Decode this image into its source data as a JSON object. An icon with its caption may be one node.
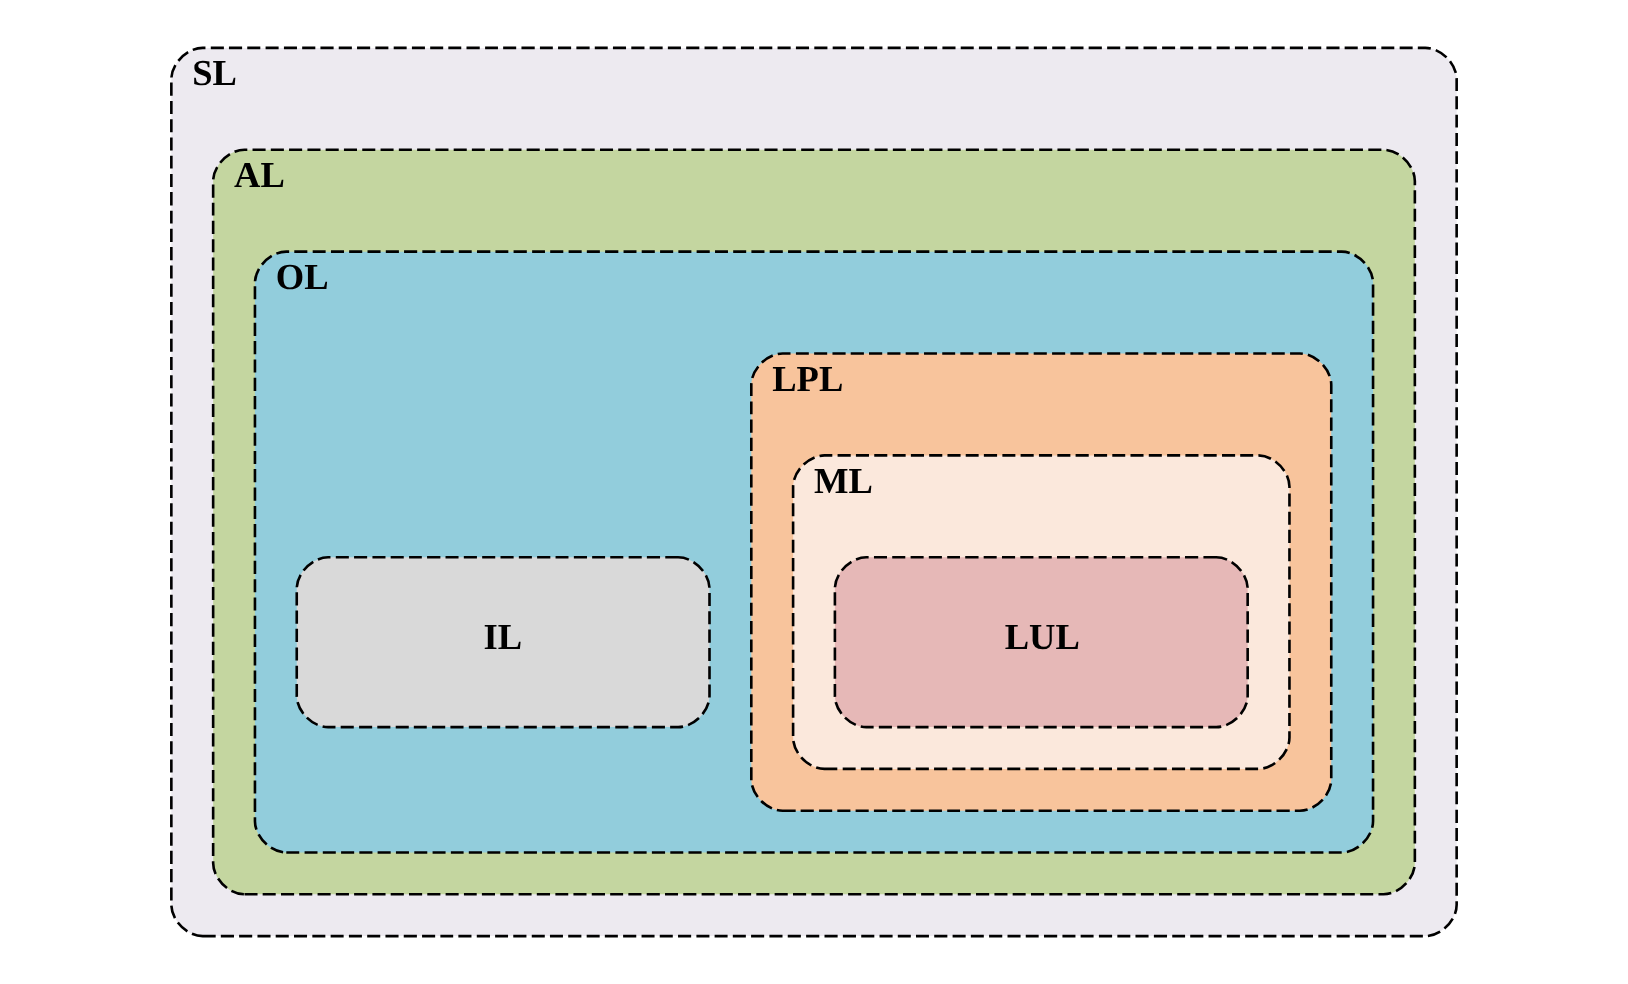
{
  "diagram": {
    "nodes": [
      {
        "text": [
          "SL"
        ]
      },
      {
        "text": [
          "AL"
        ],
        "in": 0
      },
      {
        "text": [
          "OL"
        ],
        "in": 1
      },
      {
        "text": [
          "IL"
        ],
        "in": 2
      },
      {
        "text": [
          "LPL"
        ],
        "in": 2
      },
      {
        "text": [
          "ML"
        ],
        "in": 4
      },
      {
        "text": [
          "LUL"
        ],
        "in": 5
      }
    ],
    "edges": []
  }
}
